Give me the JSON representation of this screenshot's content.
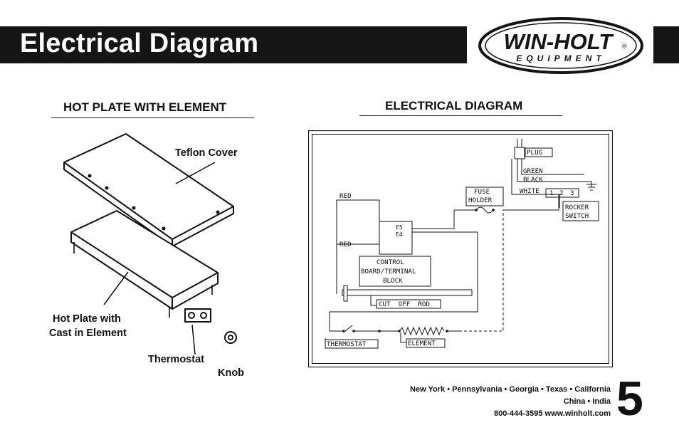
{
  "header": {
    "title": "Electrical Diagram",
    "logo_main": "WIN-HOLT",
    "logo_sub": "EQUIPMENT",
    "logo_reg": "®"
  },
  "left_section": {
    "heading": "HOT PLATE WITH ELEMENT",
    "labels": {
      "teflon": "Teflon Cover",
      "hotplate_1": "Hot Plate with",
      "hotplate_2": "Cast in Element",
      "thermostat": "Thermostat",
      "knob": "Knob"
    }
  },
  "right_section": {
    "heading": "ELECTRICAL DIAGRAM",
    "labels": {
      "plug": "PLUG",
      "green": "GREEN",
      "black": "BLACK",
      "white": "WHITE",
      "sw1": "1",
      "sw2": "2",
      "sw3": "3",
      "rocker_1": "ROCKER",
      "rocker_2": "SWITCH",
      "fuse_1": "FUSE",
      "fuse_2": "HOLDER",
      "red_top": "RED",
      "red_mid": "RED",
      "e5": "E5",
      "e4": "E4",
      "control_1": "CONTROL",
      "control_2": "BOARD/TERMINAL",
      "control_3": "BLOCK",
      "cutoff": "CUT  OFF  ROD",
      "thermostat": "THERMOSTAT",
      "element": "ELEMENT"
    }
  },
  "footer": {
    "states": "New York • Pennsylvania • Georgia • Texas • California",
    "countries": "China • India",
    "contact": "800-444-3595  www.winholt.com",
    "page_number": "5"
  }
}
